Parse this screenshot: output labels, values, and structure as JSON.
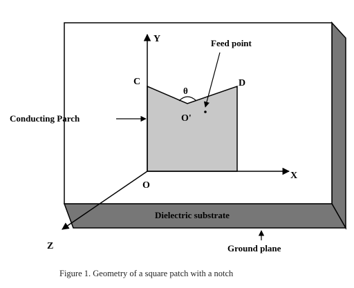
{
  "labels": {
    "y_axis": "Y",
    "x_axis": "X",
    "z_axis": "Z",
    "origin": "O",
    "corner_c": "C",
    "corner_d": "D",
    "angle": "θ",
    "notch_point": "O'",
    "feed_point": "Feed point",
    "conducting_patch": "Conducting Parch",
    "dielectric_substrate": "Dielectric substrate",
    "ground_plane": "Ground plane"
  },
  "caption": "Figure 1. Geometry of a square patch with a notch",
  "colors": {
    "patch_fill": "#c8c8c8",
    "substrate_side": "#777777",
    "background": "#ffffff",
    "lines": "#000000"
  }
}
